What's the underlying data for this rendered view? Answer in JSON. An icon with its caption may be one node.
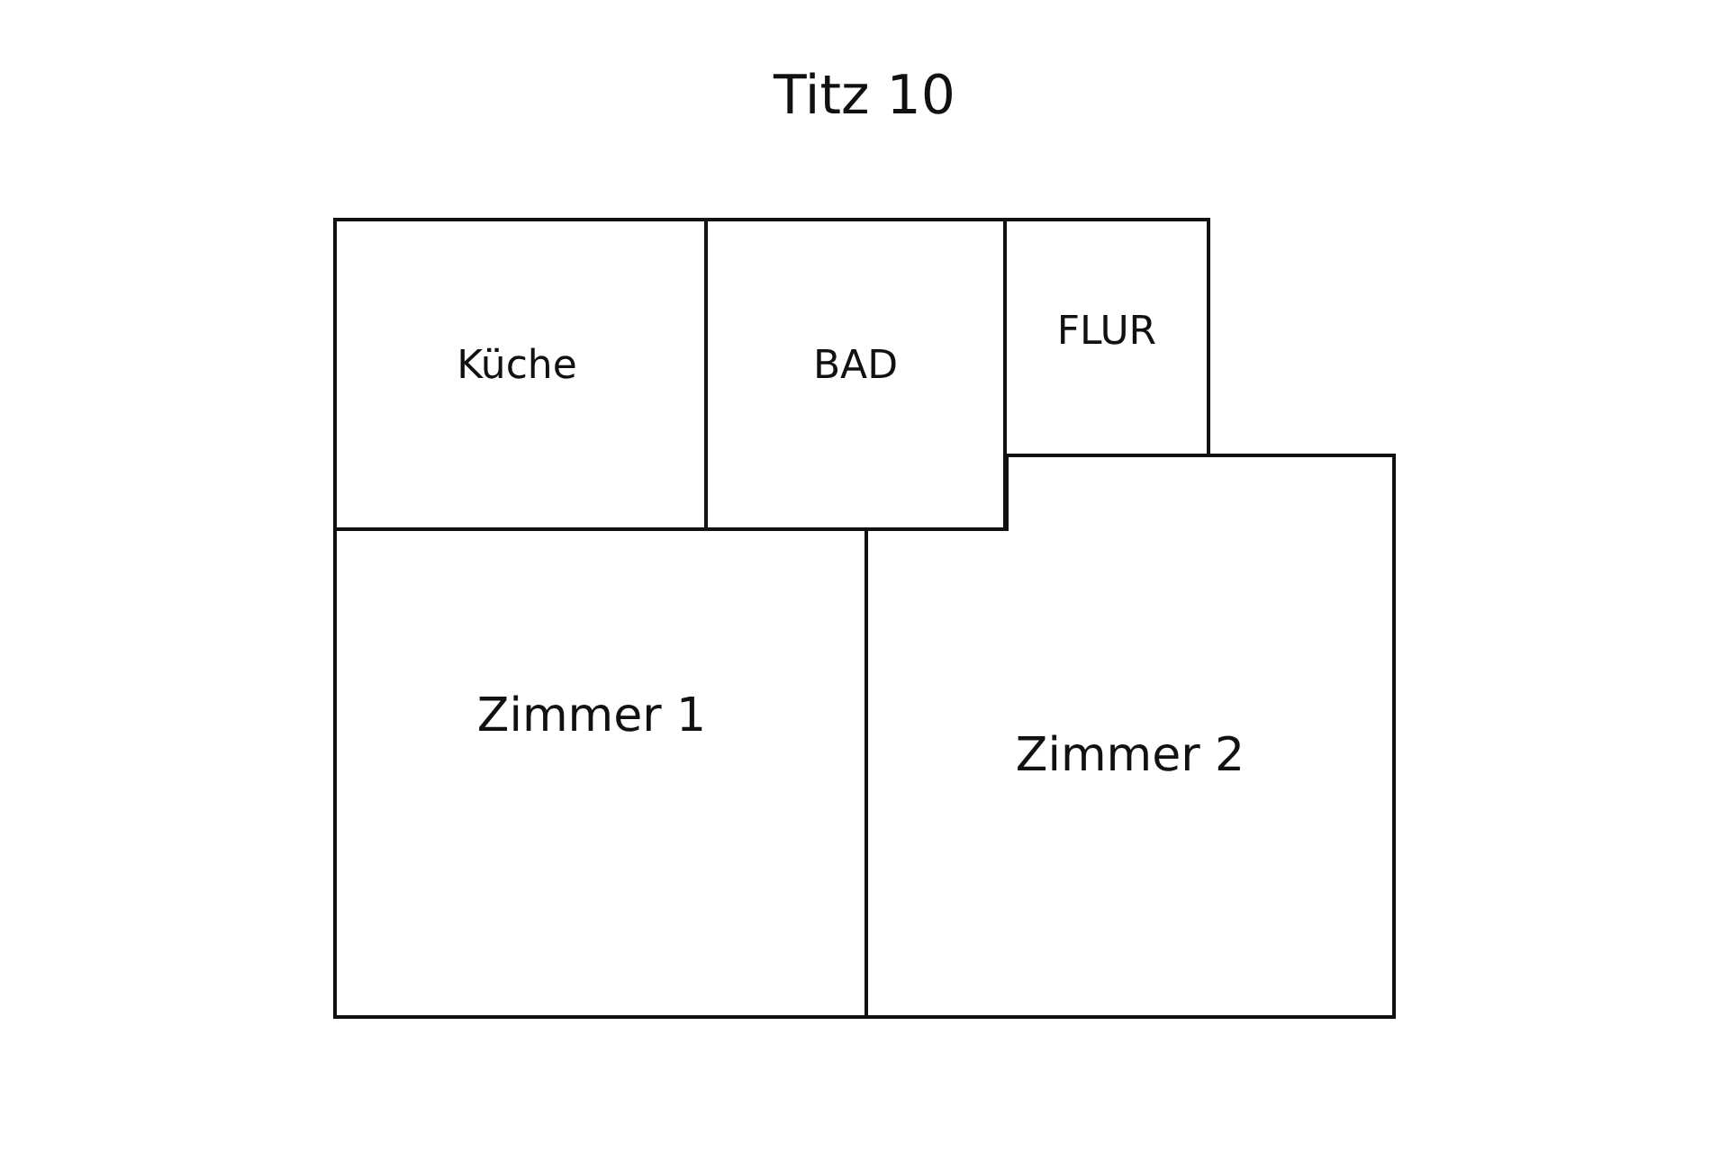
{
  "diagram": {
    "title": "Titz 10",
    "nodes": [
      {
        "text": [
          "Küche"
        ]
      },
      {
        "text": [
          "BAD"
        ]
      },
      {
        "text": [
          "FLUR"
        ]
      },
      {
        "text": [
          "Zimmer 1"
        ]
      },
      {
        "text": [
          "Zimmer 2"
        ]
      }
    ]
  }
}
